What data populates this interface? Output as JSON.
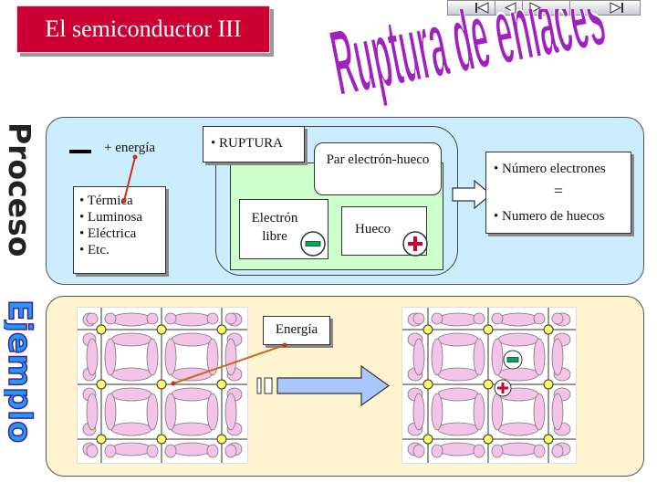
{
  "header": {
    "title": "El semiconductor III",
    "big_title": "Ruptura de enlaces",
    "colors": {
      "title_bg": "#cc0033",
      "big_title": "#a020c0"
    }
  },
  "nav": {
    "buttons": [
      {
        "name": "first-slide-button",
        "icon": "skip-back-icon"
      },
      {
        "name": "previous-slide-button",
        "icon": "back-icon"
      },
      {
        "name": "next-slide-button",
        "icon": "forward-icon"
      },
      {
        "name": "last-slide-button",
        "icon": "skip-forward-icon"
      }
    ]
  },
  "sidebar": {
    "proceso": "Proceso",
    "ejemplo": "Ejemplo"
  },
  "process": {
    "energy_label": "+ energía",
    "sources": [
      "• Térmica",
      "• Luminosa",
      "• Eléctrica",
      "• Etc."
    ],
    "ruptura": "• RUPTURA",
    "electron_libre": "Electrón libre",
    "par": "Par electrón-hueco",
    "hueco": "Hueco",
    "result": {
      "line1": "• Número electrones",
      "equals": "=",
      "line2": "• Numero de huecos"
    },
    "colors": {
      "panel_bg": "#ccecff",
      "inner_bg": "#ccffcc",
      "minus": "#00aa55",
      "plus": "#cc0033"
    }
  },
  "example": {
    "energia": "Energía",
    "colors": {
      "panel_bg": "#fff4d0",
      "bond": "#f4c4e8",
      "atom": "#ffff66",
      "arrow": "#a8c8ff"
    }
  }
}
